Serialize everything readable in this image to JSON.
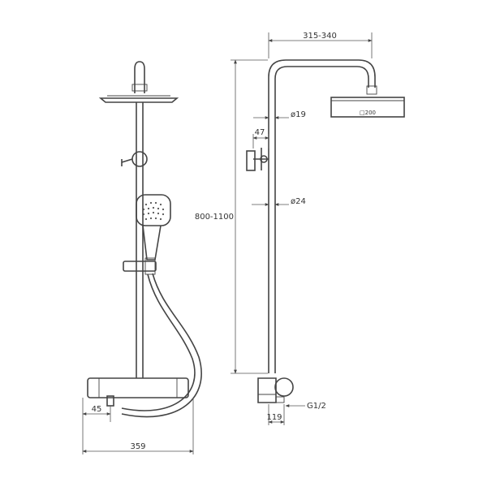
{
  "dimensions": {
    "total_width": "359",
    "valve_offset": "45",
    "arm_reach": "315-340",
    "height": "800-1100",
    "upper_tube_dia": "ø19",
    "holder_offset": "47",
    "lower_tube_dia": "ø24",
    "inlet_thread": "G1/2",
    "inlet_offset": "119",
    "head_size": "□200"
  },
  "icons": [
    "front-view-drawing",
    "side-view-drawing"
  ]
}
